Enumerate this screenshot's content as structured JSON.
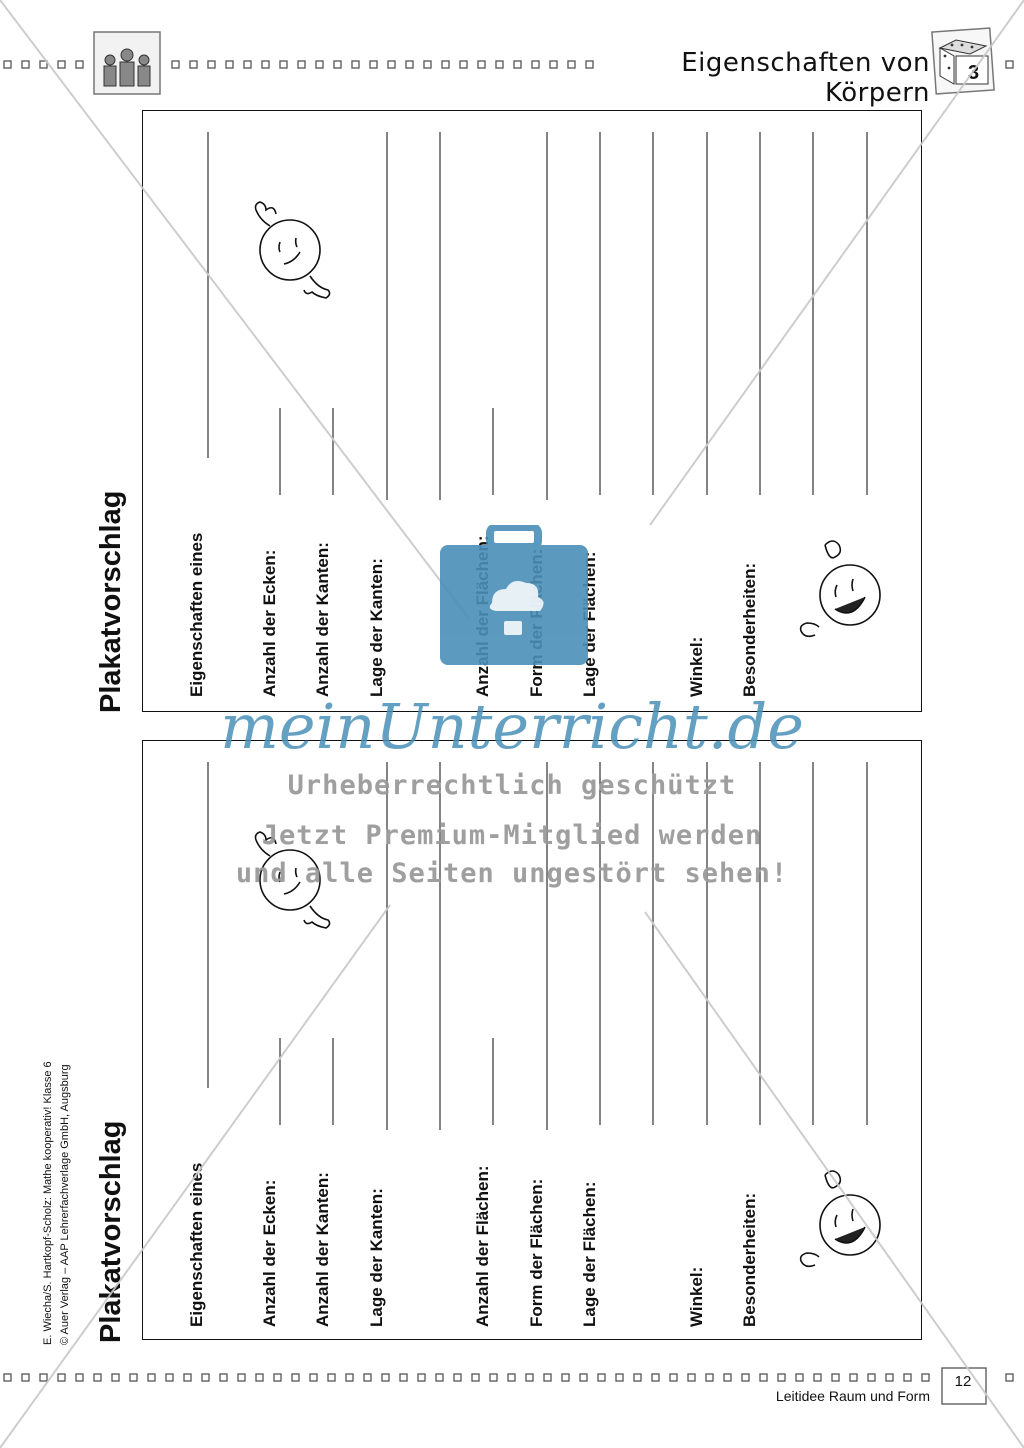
{
  "header": {
    "title": "Eigenschaften von Körpern",
    "chapter_number": "3"
  },
  "footer": {
    "section": "Leitidee Raum und Form",
    "page_number": "12"
  },
  "credit": {
    "line1": "E. Wiecha/S. Hartkopf-Scholz: Mathe kooperativ! Klasse 6",
    "line2": "© Auer Verlag – AAP Lehrerfachverlage GmbH, Augsburg"
  },
  "posters": [
    {
      "title": "Plakatvorschlag",
      "labels": {
        "eigenschaften": "Eigenschaften eines",
        "ecken": "Anzahl der Ecken:",
        "kanten": "Anzahl der Kanten:",
        "lage_kanten": "Lage der Kanten:",
        "flaechen": "Anzahl der Flächen:",
        "form_flaechen": "Form der Flächen:",
        "lage_flaechen": "Lage der Flächen:",
        "winkel": "Winkel:",
        "besonderheiten": "Besonderheiten:"
      }
    },
    {
      "title": "Plakatvorschlag",
      "labels": {
        "eigenschaften": "Eigenschaften eines",
        "ecken": "Anzahl der Ecken:",
        "kanten": "Anzahl der Kanten:",
        "lage_kanten": "Lage der Kanten:",
        "flaechen": "Anzahl der Flächen:",
        "form_flaechen": "Form der Flächen:",
        "lage_flaechen": "Lage der Flächen:",
        "winkel": "Winkel:",
        "besonderheiten": "Besonderheiten:"
      }
    }
  ],
  "watermark": {
    "logo": "meinUnterricht.de",
    "line1": "Urheberrechtlich geschützt",
    "line2": "Jetzt Premium-Mitglied werden",
    "line3": "und alle Seiten ungestört sehen!",
    "color": "#4a90b8"
  }
}
